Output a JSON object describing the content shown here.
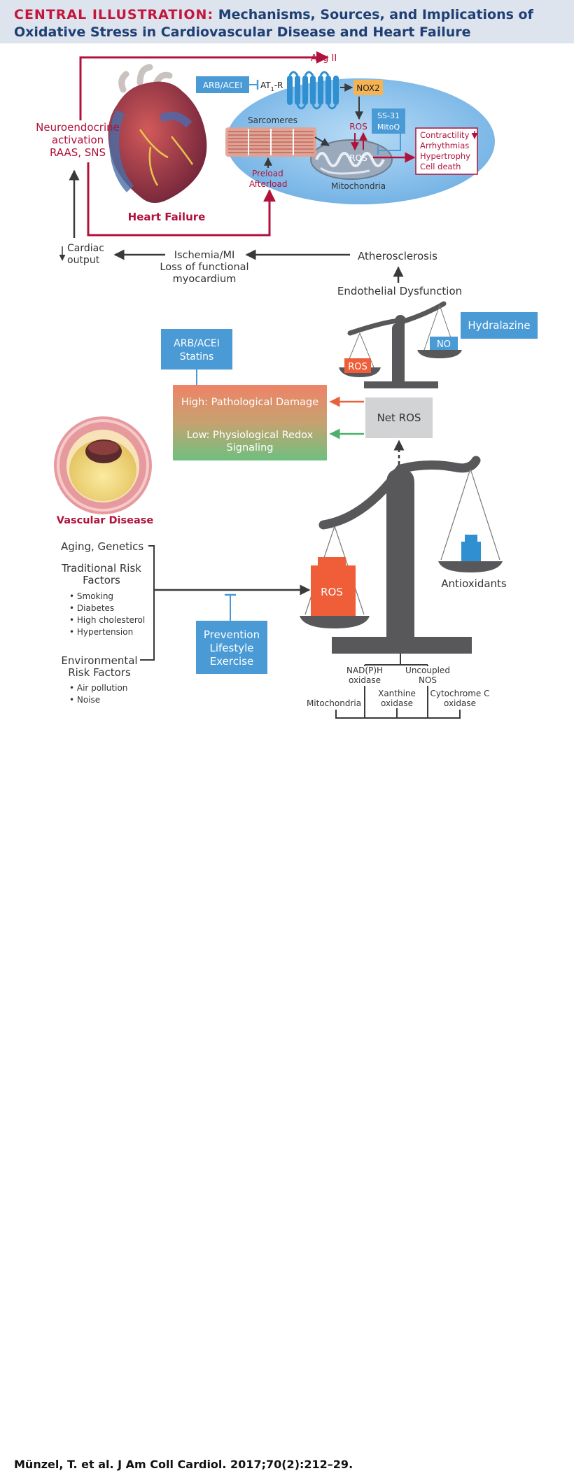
{
  "header": {
    "title_prefix": "CENTRAL ILLUSTRATION:",
    "title_line1": "Mechanisms, Sources, and Implications of",
    "title_line2": "Oxidative Stress in Cardiovascular Disease and Heart Failure"
  },
  "top_panel": {
    "ang_ii": "Ang II",
    "arb_acei": "ARB/ACEI",
    "at1r_prefix": "AT",
    "at1r_sub": "1",
    "at1r_suffix": "-R",
    "nox2": "NOX2",
    "sarcomeres": "Sarcomeres",
    "ros_upper": "ROS",
    "ros_lower": "ROS",
    "ss31": "SS-31",
    "mitoq": "MitoQ",
    "effects": [
      "Contractility",
      "Arrhythmias",
      "Hypertrophy",
      "Cell death"
    ],
    "preload": "Preload",
    "afterload": "Afterload",
    "mitochondria": "Mitochondria",
    "heart_failure": "Heart Failure",
    "neuroendocrine": [
      "Neuroendocrine",
      "activation",
      "RAAS, SNS"
    ],
    "cardiac_output": [
      "Cardiac",
      "output"
    ],
    "ischemia": [
      "Ischemia/MI",
      "Loss of functional",
      "myocardium"
    ],
    "atherosclerosis": "Atherosclerosis",
    "endothelial": "Endothelial Dysfunction"
  },
  "middle_panel": {
    "small_scale_ros": "ROS",
    "small_scale_no": "NO",
    "hydralazine": "Hydralazine",
    "arb_statins": [
      "ARB/ACEI",
      "Statins"
    ],
    "high_damage": "High: Pathological Damage",
    "low_signaling": [
      "Low: Physiological Redox",
      "Signaling"
    ],
    "net_ros": "Net ROS",
    "vascular_disease": "Vascular Disease"
  },
  "bottom_panel": {
    "aging": "Aging, Genetics",
    "traditional": [
      "Traditional Risk",
      "Factors"
    ],
    "traditional_items": [
      "• Smoking",
      "• Diabetes",
      "• High cholesterol",
      "• Hypertension"
    ],
    "environmental": [
      "Environmental",
      "Risk Factors"
    ],
    "environmental_items": [
      "• Air pollution",
      "• Noise"
    ],
    "prevention": [
      "Prevention",
      "Lifestyle",
      "Exercise"
    ],
    "ros_weight": "ROS",
    "antioxidants": "Antioxidants",
    "sources": {
      "nadph": [
        "NAD(P)H",
        "oxidase"
      ],
      "uncoupled": [
        "Uncoupled",
        "NOS"
      ],
      "xanthine": [
        "Xanthine",
        "oxidase"
      ],
      "cytochrome": [
        "Cytochrome C",
        "oxidase"
      ],
      "mitochondria": "Mitochondria"
    }
  },
  "citation": "Münzel, T. et al. J Am Coll Cardiol. 2017;70(2):212–29.",
  "colors": {
    "header_bg": "#dde4ee",
    "title_red": "#c4163d",
    "title_blue": "#1f3f74",
    "crimson": "#b0123b",
    "blue_box": "#4a9ad6",
    "cell_blue": "#8cc1ea",
    "scale_gray": "#58585a"
  }
}
